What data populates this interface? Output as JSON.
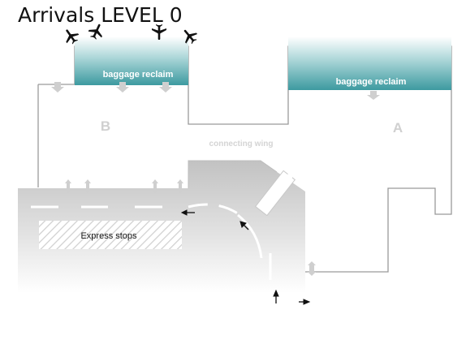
{
  "title": "Arrivals LEVEL 0",
  "baggage": {
    "left_label": "baggage reclaim",
    "right_label": "baggage reclaim"
  },
  "zones": {
    "b": "B",
    "a": "A",
    "connecting": "connecting wing"
  },
  "express_stops": "Express stops",
  "colors": {
    "teal": "#3f9ea4",
    "outline": "#9a9a9a",
    "road_top": "#c4c4c4",
    "label_grey": "#d2d2d2"
  },
  "icons": [
    "airplane-icon",
    "airplane-icon",
    "airplane-icon",
    "airplane-icon"
  ]
}
